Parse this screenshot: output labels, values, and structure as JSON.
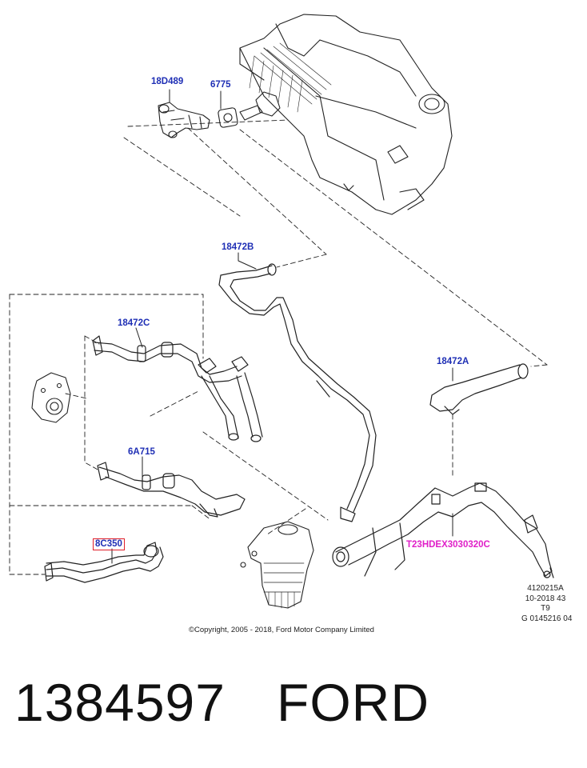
{
  "callouts": {
    "c18D489": "18D489",
    "c6775": "6775",
    "c18472B": "18472B",
    "c18472C": "18472C",
    "c18472A": "18472A",
    "c6A715": "6A715",
    "c8C350": "8C350",
    "cT23": "T23HDEX3030320C"
  },
  "info": {
    "line1": "4120215A",
    "line2": "10-2018 43",
    "line3": "T9",
    "line4": "G 0145216 04"
  },
  "copyright": "©Copyright, 2005 - 2018, Ford Motor Company Limited",
  "part_number": "1384597",
  "brand": "FORD",
  "colors": {
    "callout": "#1f2fb5",
    "highlight_text": "#e01fc8",
    "highlight_box": "#e01f2a"
  }
}
